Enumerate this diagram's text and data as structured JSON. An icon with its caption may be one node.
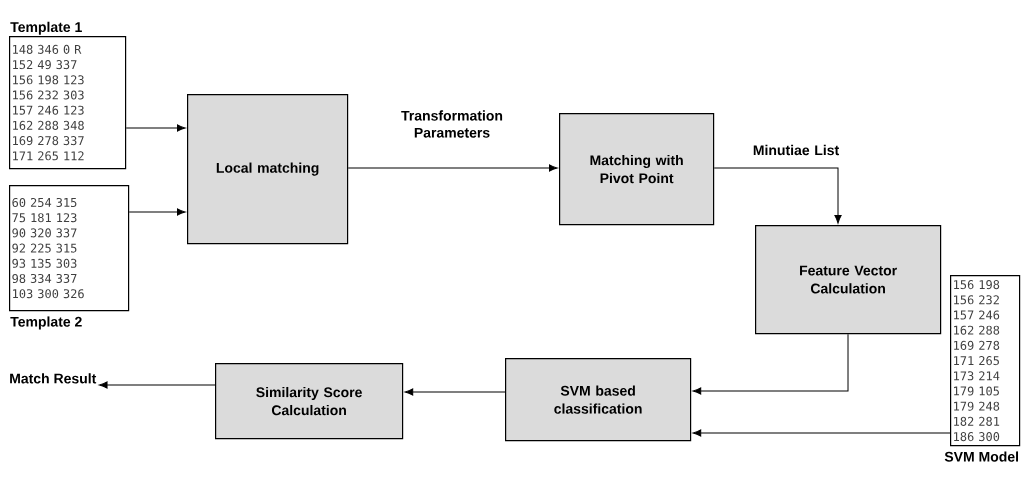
{
  "diagram": {
    "nodes": [
      {
        "text": [
          "Template 1",
          "148 346 0 R",
          "152 49 337",
          "156 198 123",
          "156 232 303",
          "157 246 123",
          "162 288 348",
          "169 278 337",
          "171 265 112"
        ]
      },
      {
        "text": [
          "60 254 315",
          "75 181 123",
          "90 320 337",
          "92 225 315",
          "93 135 303",
          "98 334 337",
          "103 300 326",
          "Template 2"
        ]
      },
      {
        "text": [
          "Local matching"
        ]
      },
      {
        "text": [
          "Matching with Pivot Point"
        ]
      },
      {
        "text": [
          "Feature Vector Calculation"
        ]
      },
      {
        "text": [
          "SVM based classification"
        ]
      },
      {
        "text": [
          "Similarity Score Calculation"
        ]
      },
      {
        "text": [
          "156 198",
          "156 232",
          "157 246",
          "162 288",
          "169 278",
          "171 265",
          "173 214",
          "179 105",
          "179 248",
          "182 281",
          "186 300",
          "SVM Model"
        ]
      },
      {
        "text": [
          "Match Result"
        ]
      }
    ],
    "edges": [
      {
        "from": 0,
        "to": 2,
        "arrow": "to"
      },
      {
        "from": 1,
        "to": 2,
        "arrow": "to"
      },
      {
        "from": 2,
        "to": 3,
        "arrow": "to",
        "label": "Transformation Parameters"
      },
      {
        "from": 3,
        "to": 4,
        "arrow": "to",
        "label": "Minutiae List"
      },
      {
        "from": 4,
        "to": 5,
        "arrow": "to"
      },
      {
        "from": 7,
        "to": 5,
        "arrow": "to"
      },
      {
        "from": 5,
        "to": 6,
        "arrow": "to"
      },
      {
        "from": 6,
        "to": 8,
        "arrow": "to"
      }
    ]
  }
}
